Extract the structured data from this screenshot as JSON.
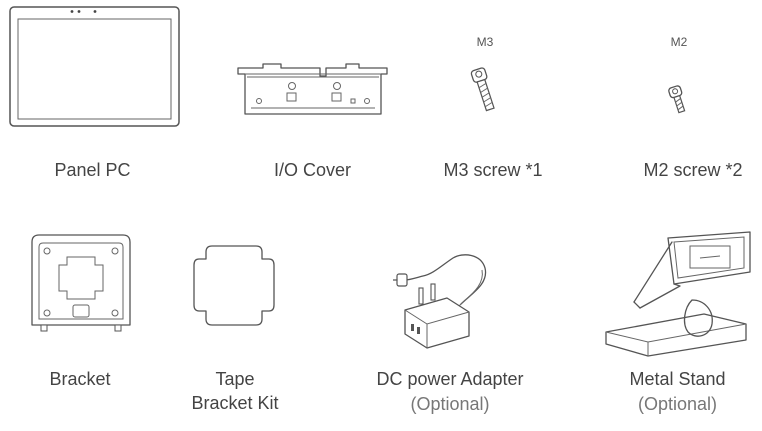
{
  "items": {
    "panel_pc": {
      "label": "Panel PC"
    },
    "io_cover": {
      "label": "I/O Cover"
    },
    "m3_screw": {
      "tag": "M3",
      "label": "M3 screw *1"
    },
    "m2_screw": {
      "tag": "M2",
      "label": "M2 screw *2"
    },
    "bracket": {
      "label": "Bracket"
    },
    "tape_bracket_kit": {
      "line1": "Tape",
      "line2": "Bracket Kit"
    },
    "dc_power_adapter": {
      "label": "DC power Adapter",
      "note": "(Optional)"
    },
    "metal_stand": {
      "label": "Metal Stand",
      "note": "(Optional)"
    }
  },
  "colors": {
    "line": "#555555",
    "text": "#444444",
    "optional_text": "#777777"
  }
}
